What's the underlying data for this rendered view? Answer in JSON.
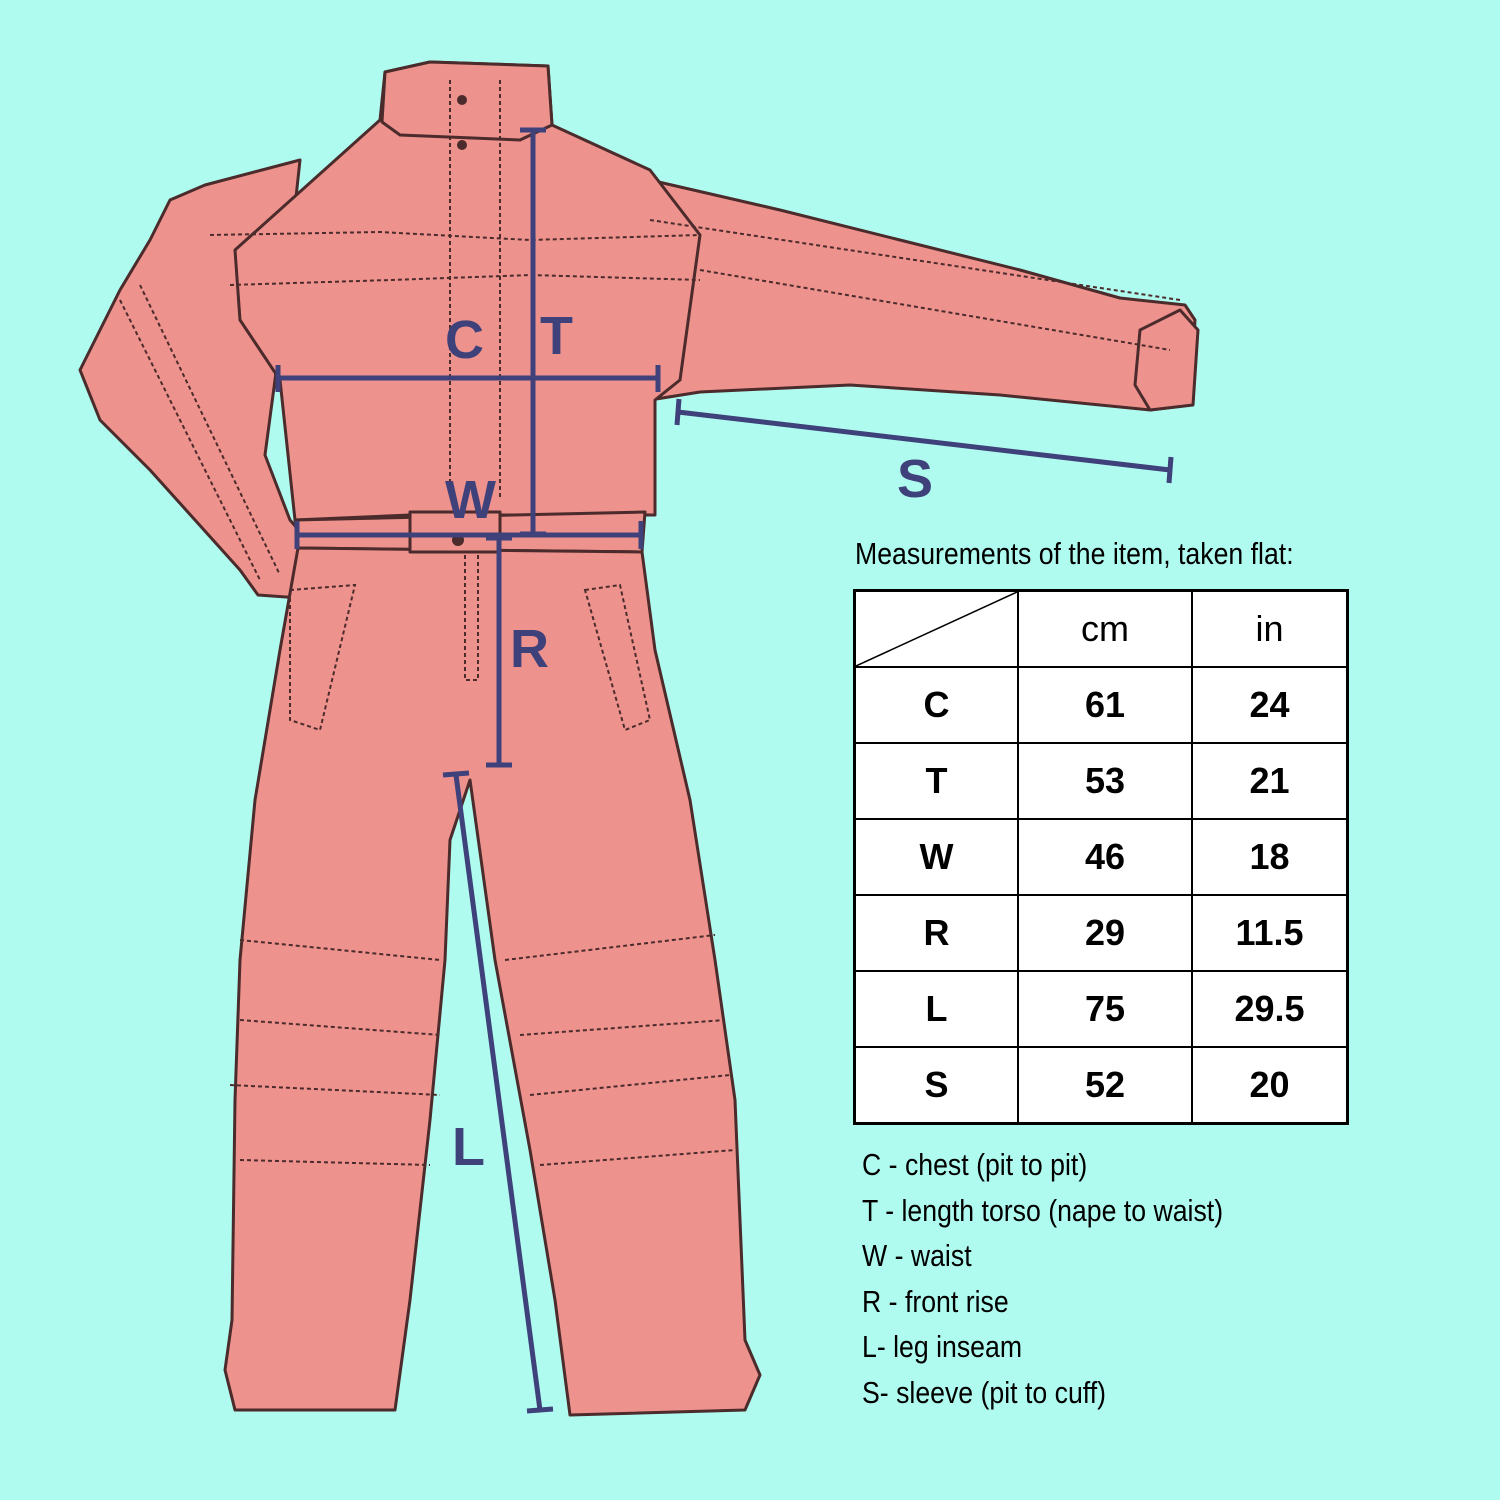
{
  "labels": {
    "C": "C",
    "T": "T",
    "W": "W",
    "R": "R",
    "L": "L",
    "S": "S"
  },
  "table": {
    "title": "Measurements of the item, taken flat:",
    "headers": [
      "cm",
      "in"
    ],
    "rows": [
      {
        "key": "C",
        "cm": "61",
        "in": "24"
      },
      {
        "key": "T",
        "cm": "53",
        "in": "21"
      },
      {
        "key": "W",
        "cm": "46",
        "in": "18"
      },
      {
        "key": "R",
        "cm": "29",
        "in": "11.5"
      },
      {
        "key": "L",
        "cm": "75",
        "in": "29.5"
      },
      {
        "key": "S",
        "cm": "52",
        "in": "20"
      }
    ]
  },
  "legend": [
    "C - chest (pit to pit)",
    "T - length torso (nape to waist)",
    "W - waist",
    "R - front rise",
    "L- leg inseam",
    "S- sleeve (pit to cuff)"
  ],
  "colors": {
    "background": "#b0fbef",
    "garment": "#ee928d",
    "garment_outline": "#4b2b2b",
    "measure_line": "#3f417a"
  },
  "icons": {
    "garment": "ski-suit-illustration"
  }
}
